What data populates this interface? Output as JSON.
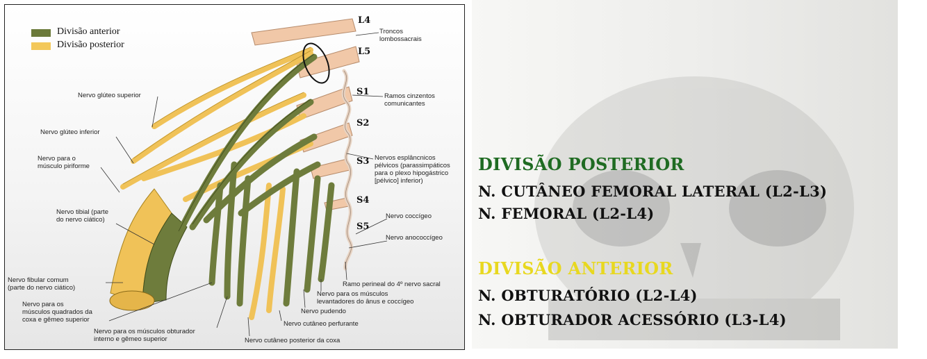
{
  "legend": {
    "anterior": {
      "label": "Divisão anterior",
      "color": "#6b7a3a"
    },
    "posterior": {
      "label": "Divisão posterior",
      "color": "#f3c85a"
    }
  },
  "roots": [
    "L4",
    "L5",
    "S1",
    "S2",
    "S3",
    "S4",
    "S5"
  ],
  "labels": {
    "troncos": "Troncos\nlombossacrais",
    "ramos": "Ramos cinzentos\ncomunicantes",
    "esplancnicos": "Nervos esplâncnicos\npélvicos (parassimpáticos\npara o plexo hipogástrico\n[pélvico] inferior)",
    "coccigeo": "Nervo coccígeo",
    "anococcigeo": "Nervo anococcígeo",
    "perineal": "Ramo perineal do 4º nervo sacral",
    "levantadores": "Nervo para os músculos\nlevantadores do ânus e coccígeo",
    "pudendo": "Nervo pudendo",
    "cutaneo_perfurante": "Nervo cutâneo perfurante",
    "cutaneo_posterior": "Nervo cutâneo posterior da coxa",
    "obturador_interno": "Nervo para os músculos obturador\ninterno e gêmeo superior",
    "quadrado": "Nervo para os\nmúsculos quadrados da\ncoxa e gêmeo superior",
    "fibular": "Nervo fibular comum\n(parte do nervo ciático)",
    "tibial": "Nervo tibial (parte\ndo nervo ciático)",
    "piriforme": "Nervo para o\nmúsculo piriforme",
    "gluteo_inferior": "Nervo glúteo inferior",
    "gluteo_superior": "Nervo glúteo superior"
  },
  "panel": {
    "posterior_title": "DIVISÃO POSTERIOR",
    "posterior_items": [
      "N. CUTÂNEO FEMORAL LATERAL (L2-L3)",
      "N. FEMORAL (L2-L4)"
    ],
    "anterior_title": "DIVISÃO ANTERIOR",
    "anterior_items": [
      "N. OBTURATÓRIO (L2-L4)",
      "N. OBTURADOR ACESSÓRIO (L3-L4)"
    ],
    "colors": {
      "posterior_title": "#1f6b22",
      "anterior_title": "#e8d820",
      "items": "#111111"
    }
  }
}
